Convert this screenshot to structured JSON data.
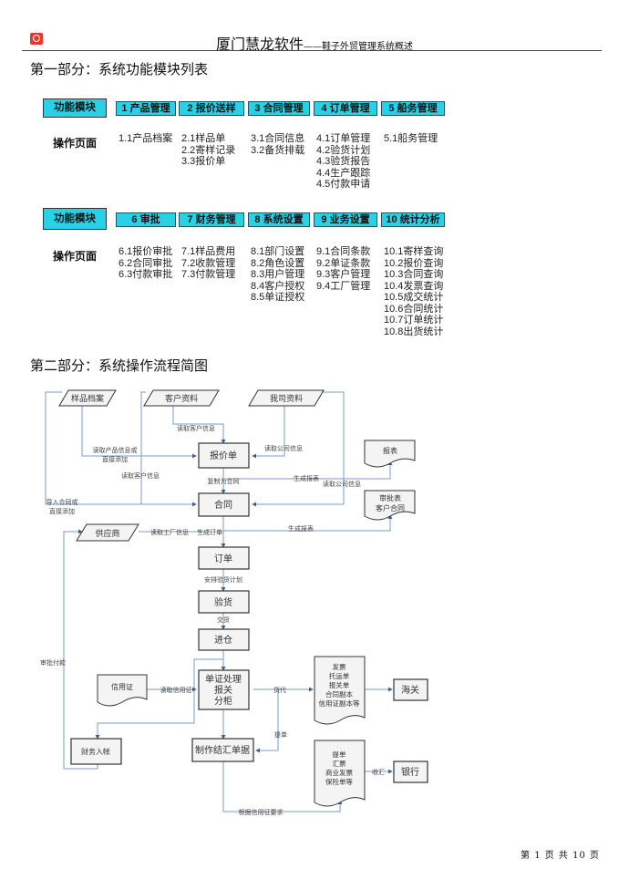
{
  "header": {
    "company": "厦门慧龙软件",
    "dash": "——",
    "subtitle": "鞋子外贸管理系统概述",
    "logo_icon": "company-logo-icon",
    "logo_color": "#e8382b"
  },
  "part1": {
    "title": "第一部分：系统功能模块列表",
    "module_header_label": "功能模块",
    "operation_label": "操作页面",
    "accent_color": "#29d0e6",
    "rows": [
      {
        "modules": [
          {
            "label": "1 产品管理",
            "pages": [
              "1.1产品档案"
            ]
          },
          {
            "label": "2 报价送样",
            "pages": [
              "2.1样品单",
              "2.2寄样记录",
              "3.3报价单"
            ]
          },
          {
            "label": "3 合同管理",
            "pages": [
              "3.1合同信息",
              "3.2备货排载"
            ]
          },
          {
            "label": "4 订单管理",
            "pages": [
              "4.1订单管理",
              "4.2验货计划",
              "4.3验货报告",
              "4.4生产跟踪",
              "4.5付款申请"
            ]
          },
          {
            "label": "5 船务管理",
            "pages": [
              "5.1船务管理"
            ]
          }
        ]
      },
      {
        "modules": [
          {
            "label": "6 审批",
            "pages": [
              "6.1报价审批",
              "6.2合同审批",
              "6.3付款审批"
            ]
          },
          {
            "label": "7 财务管理",
            "pages": [
              "7.1样品费用",
              "7.2收款管理",
              "7.3付款管理"
            ]
          },
          {
            "label": "8 系统设置",
            "pages": [
              "8.1部门设置",
              "8.2角色设置",
              "8.3用户管理",
              "8.4客户授权",
              "8.5单证授权"
            ]
          },
          {
            "label": "9 业务设置",
            "pages": [
              "9.1合同条款",
              "9.2单证条款",
              "9.3客户管理",
              "9.4工厂管理"
            ]
          },
          {
            "label": "10 统计分析",
            "pages": [
              "10.1寄样查询",
              "10.2报价查询",
              "10.3合同查询",
              "10.4发票查询",
              "10.5成交统计",
              "10.6合同统计",
              "10.7订单统计",
              "10.8出货统计"
            ]
          }
        ]
      }
    ]
  },
  "part2": {
    "title": "第二部分：系统操作流程简图",
    "line_color": "#5b87b8",
    "nodes": {
      "sample_file": "样品档案",
      "customer_data": "客户资料",
      "company_data": "我司资料",
      "quotation": "报价单",
      "report": "报表",
      "contract": "合同",
      "approval_docs": [
        "审批表",
        "客户合同"
      ],
      "supplier": "供应商",
      "order": "订单",
      "inspection": "验货",
      "warehouse": "进仓",
      "letter_of_credit": "信用证",
      "doc_processing": [
        "单证处理",
        "报关",
        "分柜"
      ],
      "shipping_docs": [
        "发票",
        "托运单",
        "报关单",
        "合同副本",
        "信用证副本等"
      ],
      "customs": "海关",
      "finance_entry": "财务入帐",
      "settlement": "制作结汇单据",
      "bank_docs": [
        "提单",
        "汇票",
        "商业发票",
        "保险单等"
      ],
      "bank": "银行"
    },
    "edge_labels": {
      "read_customer_info_1": "读取客户信息",
      "read_product_info": [
        "读取产品信息或",
        "直接添加"
      ],
      "read_company_info_1": "读取公司信息",
      "read_customer_info_2": "读取客户信息",
      "copy_to_contract": "复制为合同",
      "gen_report_1": "生成报表",
      "read_company_info_2": "读取公司信息",
      "import_contract": [
        "导入合同或",
        "直接添加"
      ],
      "gen_report_2": "生成报表",
      "read_factory_info": "读取工厂信息",
      "gen_order": "生成订单",
      "arrange_inspection": "安排验货计划",
      "delivery": "交货",
      "approve_payment": "审批付款",
      "read_lc": "读取信用证",
      "forwarder": "货代",
      "bill_of_lading": "提单",
      "collect": "收汇",
      "per_lc": "根据信用证要求"
    }
  },
  "footer": {
    "page_text": "第 1 页 共 10 页"
  }
}
